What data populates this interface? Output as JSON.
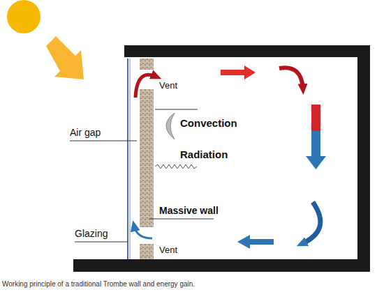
{
  "diagram": {
    "caption": "Working principle of a traditional Trombe wall and energy gain.",
    "labels": [
      "Vent",
      "Air gap",
      "Convection",
      "Radiation",
      "Massive wall",
      "Glazing",
      "Vent"
    ]
  }
}
